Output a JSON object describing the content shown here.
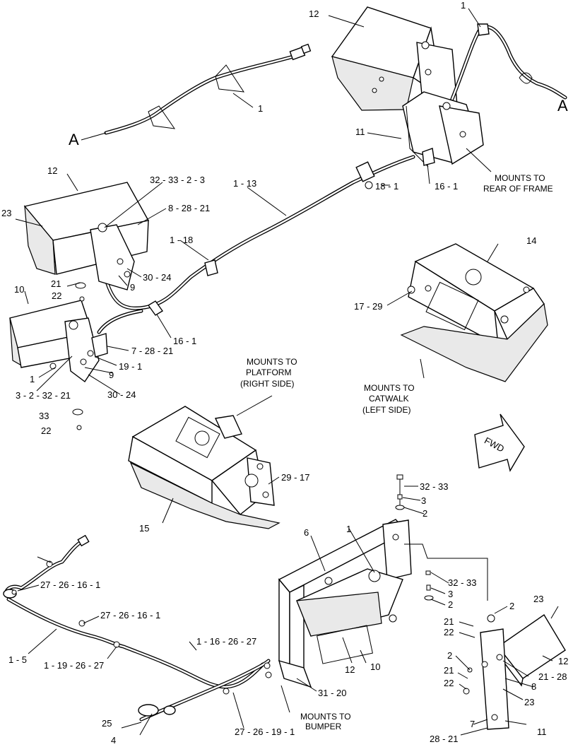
{
  "labels": {
    "l12a": "12",
    "l1a": "1",
    "lA_right": "A",
    "l1b": "1",
    "lA_left": "A",
    "l11a": "11",
    "l18_1": "18 - 1",
    "l16_1a": "16 - 1",
    "l12b": "12",
    "l32_33_2_3": "32 - 33 - 2 - 3",
    "l1_13": "1 - 13",
    "l23a": "23",
    "l8_28_21": "8 - 28 - 21",
    "l1_18": "1 - 18",
    "l14": "14",
    "l21a": "21",
    "l30_24a": "30 - 24",
    "l9a": "9",
    "l22a": "22",
    "l10a": "10",
    "l17_29": "17 - 29",
    "l16_1b": "16 - 1",
    "l7_28_21a": "7 - 28 - 21",
    "l1c": "1",
    "l19_1": "19 - 1",
    "l9b": "9",
    "l3_2_32_21": "3 - 2 - 32 - 21",
    "l30_24b": "30 - 24",
    "l33a": "33",
    "l22b": "22",
    "l29_17": "29 - 17",
    "l15": "15",
    "l32_33b": "32 - 33",
    "l3a": "3",
    "l2a": "2",
    "l6": "6",
    "l1d": "1",
    "l27_26_16_1a": "27 - 26 - 16 - 1",
    "l32_33c": "32 - 33",
    "l3b": "3",
    "l2b": "2",
    "l27_26_16_1b": "27 - 26 - 16 - 1",
    "l2c": "2",
    "l23b": "23",
    "l21b": "21",
    "l22c": "22",
    "l1_5": "1 - 5",
    "l1_16_26_27": "1 - 16 - 26 - 27",
    "l1_19_26_27": "1 - 19 - 26 - 27",
    "l2d": "2",
    "l12c": "12",
    "l10b": "10",
    "l12d": "12",
    "l21_28": "21 - 28",
    "l21c": "21",
    "l8b": "8",
    "l22d": "22",
    "l31_20": "31 - 20",
    "l23c": "23",
    "l25": "25",
    "l27_26_19_1": "27 - 26 - 19 - 1",
    "l7b": "7",
    "l11b": "11",
    "l4": "4",
    "l28_21": "28 - 21"
  },
  "notes": {
    "rear_frame": [
      "MOUNTS TO",
      "REAR OF FRAME"
    ],
    "platform": [
      "MOUNTS TO",
      "PLATFORM",
      "(RIGHT SIDE)"
    ],
    "catwalk": [
      "MOUNTS TO",
      "CATWALK",
      "(LEFT SIDE)"
    ],
    "bumper": [
      "MOUNTS TO",
      "BUMPER"
    ],
    "fwd": "FWD"
  }
}
